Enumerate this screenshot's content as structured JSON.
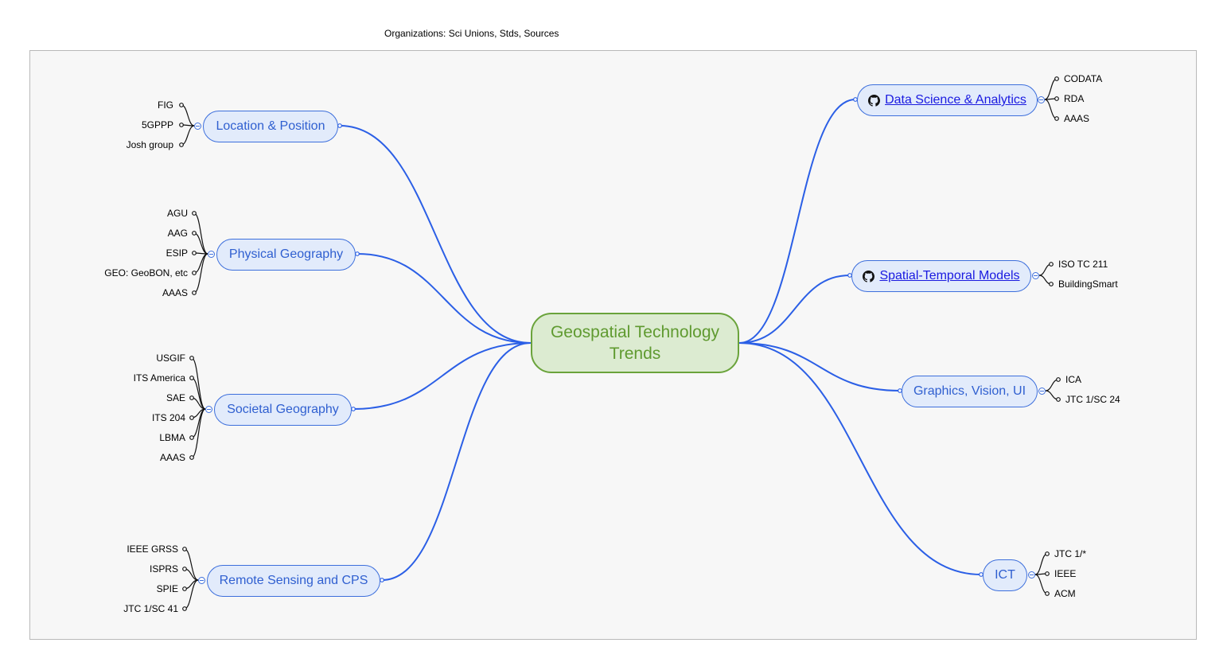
{
  "page_title": "Organizations: Sci Unions, Stds, Sources",
  "central": {
    "line1": "Geospatial Technology",
    "line2": "Trends"
  },
  "colors": {
    "branch": "#2b5fe6",
    "leaf_line": "#111111",
    "central_border": "#6aa33b",
    "node_border": "#3d6fdc"
  },
  "branches": {
    "location": {
      "label": "Location & Position",
      "leaves": [
        "FIG",
        "5GPPP",
        "Josh group"
      ]
    },
    "physical": {
      "label": "Physical Geography",
      "leaves": [
        "AGU",
        "AAG",
        "ESIP",
        "GEO: GeoBON, etc",
        "AAAS"
      ]
    },
    "societal": {
      "label": "Societal Geography",
      "leaves": [
        "USGIF",
        "ITS America",
        "SAE",
        "ITS 204",
        "LBMA",
        "AAAS"
      ]
    },
    "remote": {
      "label": "Remote Sensing and CPS",
      "leaves": [
        "IEEE GRSS",
        "ISPRS",
        "SPIE",
        "JTC 1/SC 41"
      ]
    },
    "datasci": {
      "label": "Data Science & Analytics",
      "icon": "github-icon",
      "leaves": [
        "CODATA",
        "RDA",
        "AAAS"
      ]
    },
    "spatial": {
      "label": "Spatial-Temporal Models",
      "icon": "github-icon",
      "leaves": [
        "ISO TC 211",
        "BuildingSmart"
      ]
    },
    "graphics": {
      "label": "Graphics, Vision, UI",
      "leaves": [
        "ICA",
        "JTC 1/SC 24"
      ]
    },
    "ict": {
      "label": "ICT",
      "leaves": [
        "JTC 1/*",
        "IEEE",
        "ACM"
      ]
    }
  }
}
